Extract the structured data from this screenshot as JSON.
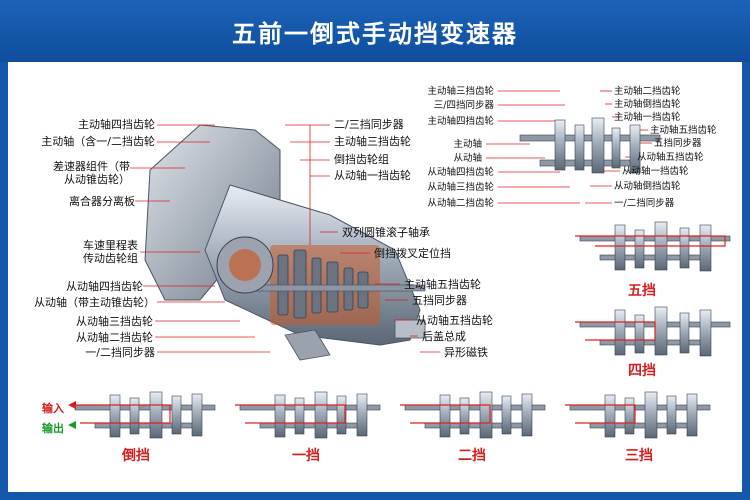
{
  "title": "五前一倒式手动挡变速器",
  "main_left_labels": [
    "主动轴四挡齿轮",
    "主动轴（含一/二挡齿轮",
    "差速器组件（带",
    "从动锥齿轮）",
    "离合器分离板",
    "车速里程表",
    "传动齿轮组",
    "从动轴四挡齿轮",
    "从动轴（带主动锥齿轮）",
    "从动轴三挡齿轮",
    "从动轴二挡齿轮",
    "一/二挡同步器"
  ],
  "main_right_labels": [
    "二/三挡同步器",
    "主动轴三挡齿轮",
    "倒挡齿轮组",
    "从动轴一挡齿轮",
    "双列圆锥滚子轴承",
    "倒挡拨叉定位挡",
    "主动轴五挡齿轮",
    "五挡同步器",
    "从动轴五挡齿轮",
    "后盖总成",
    "异形磁铁"
  ],
  "small_left_labels": [
    "主动轴三挡齿轮",
    "三/四挡同步器",
    "主动轴四挡齿轮",
    "主动轴",
    "从动轴",
    "从动轴四挡齿轮",
    "从动轴三挡齿轮",
    "从动轴二挡齿轮"
  ],
  "small_right_labels": [
    "主动轴二挡齿轮",
    "主动轴倒挡齿轮",
    "主动轴一挡齿轮",
    "主动轴五挡齿轮",
    "五挡同步器",
    "从动轴五挡齿轮",
    "从动轴一挡齿轮",
    "从动轴倒挡齿轮",
    "一/二挡同步器"
  ],
  "gear_captions": {
    "fifth": "五挡",
    "fourth": "四挡",
    "reverse": "倒挡",
    "first": "一挡",
    "second": "二挡",
    "third": "三挡"
  },
  "io": {
    "input": "输入",
    "output": "输出"
  },
  "colors": {
    "banner": "#1557a8",
    "caption": "#d42020",
    "leader": "#e02020",
    "input": "#d42020",
    "output": "#1a9a2a"
  }
}
